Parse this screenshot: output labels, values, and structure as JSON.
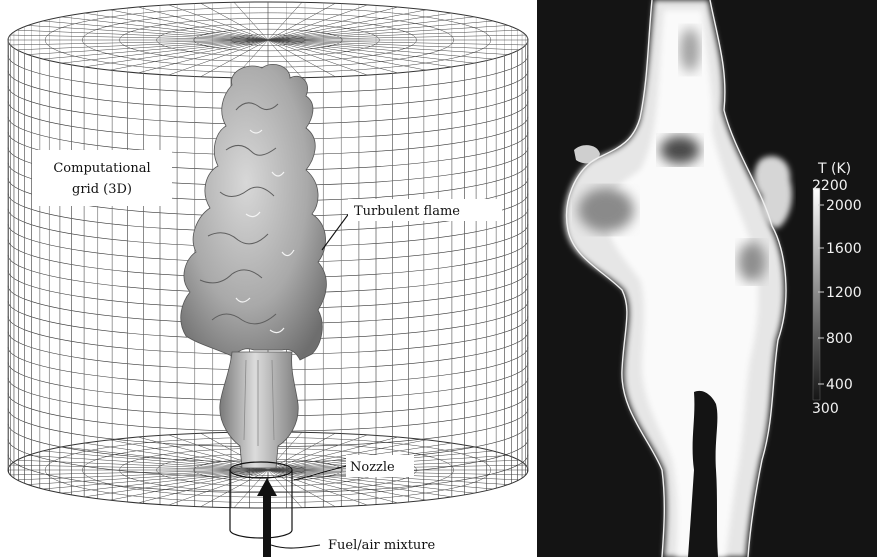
{
  "left_panel": {
    "callouts": {
      "grid_line1": "Computational",
      "grid_line2": "grid (3D)",
      "flame": "Turbulent flame",
      "nozzle": "Nozzle",
      "inlet": "Fuel/air mixture"
    }
  },
  "right_panel": {
    "colorbar": {
      "title": "T (K)",
      "max_label": "2200",
      "min_label": "300",
      "ticks": [
        "2000",
        "1600",
        "1200",
        "800",
        "400"
      ]
    }
  }
}
